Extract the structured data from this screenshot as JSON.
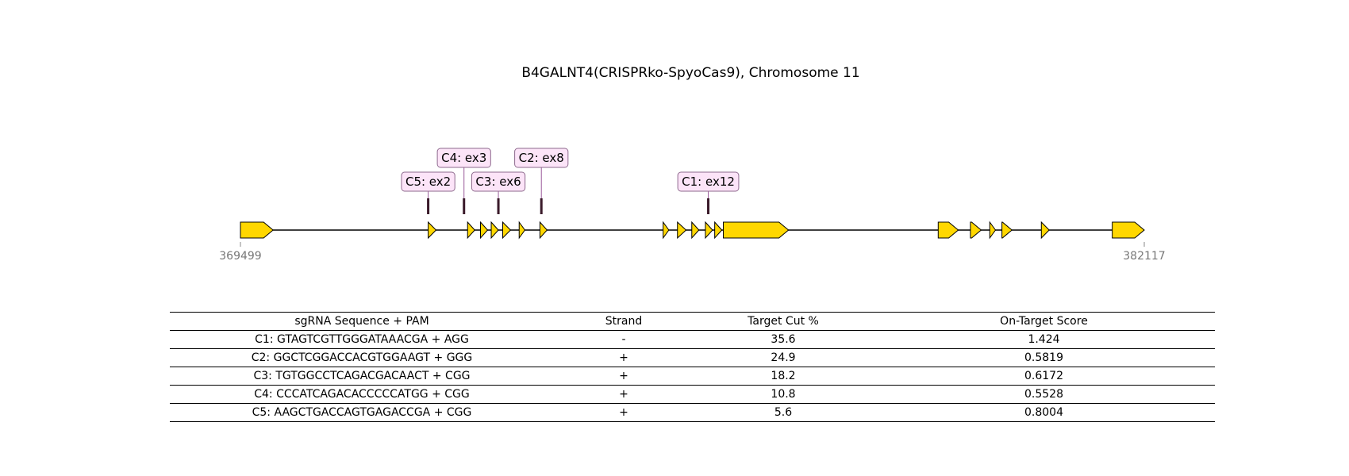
{
  "title": "B4GALNT4(CRISPRko-SpyoCas9), Chromosome 11",
  "colors": {
    "exon_fill": "#FFD700",
    "label_fill": "#FCE4F8",
    "label_border": "#8E6A8E",
    "cut_mark": "#3a1a2a"
  },
  "gene": {
    "start": 369499,
    "end": 382117,
    "exons": [
      [
        369499,
        369955
      ],
      [
        372120,
        372230
      ],
      [
        372670,
        372770
      ],
      [
        372850,
        372950
      ],
      [
        373000,
        373100
      ],
      [
        373160,
        373270
      ],
      [
        373390,
        373470
      ],
      [
        373680,
        373780
      ],
      [
        375400,
        375480
      ],
      [
        375600,
        375720
      ],
      [
        375800,
        375900
      ],
      [
        375990,
        376090
      ],
      [
        376120,
        376220
      ],
      [
        376240,
        377150
      ],
      [
        379240,
        379520
      ],
      [
        379690,
        379840
      ],
      [
        379960,
        380040
      ],
      [
        380130,
        380270
      ],
      [
        380680,
        380790
      ],
      [
        381670,
        382117
      ]
    ]
  },
  "guides": [
    {
      "id": "C1",
      "label": "C1: ex12",
      "position": 376030,
      "sequence": "C1: GTAGTCGTTGGGATAAACGA + AGG",
      "strand": "-",
      "cut_pct": "35.6",
      "score": "1.424"
    },
    {
      "id": "C2",
      "label": "C2: ex8",
      "position": 373700,
      "sequence": "C2: GGCTCGGACCACGTGGAAGT + GGG",
      "strand": "+",
      "cut_pct": "24.9",
      "score": "0.5819"
    },
    {
      "id": "C3",
      "label": "C3: ex6",
      "position": 373100,
      "sequence": "C3: TGTGGCCTCAGACGACAACT + CGG",
      "strand": "+",
      "cut_pct": "18.2",
      "score": "0.6172"
    },
    {
      "id": "C4",
      "label": "C4: ex3",
      "position": 372620,
      "sequence": "C4: CCCATCAGACACCCCCATGG + CGG",
      "strand": "+",
      "cut_pct": "10.8",
      "score": "0.5528"
    },
    {
      "id": "C5",
      "label": "C5: ex2",
      "position": 372120,
      "sequence": "C5: AAGCTGACCAGTGAGACCGA + CGG",
      "strand": "+",
      "cut_pct": "5.6",
      "score": "0.8004"
    }
  ],
  "table": {
    "headers": [
      "sgRNA Sequence + PAM",
      "Strand",
      "Target Cut %",
      "On-Target Score"
    ]
  }
}
